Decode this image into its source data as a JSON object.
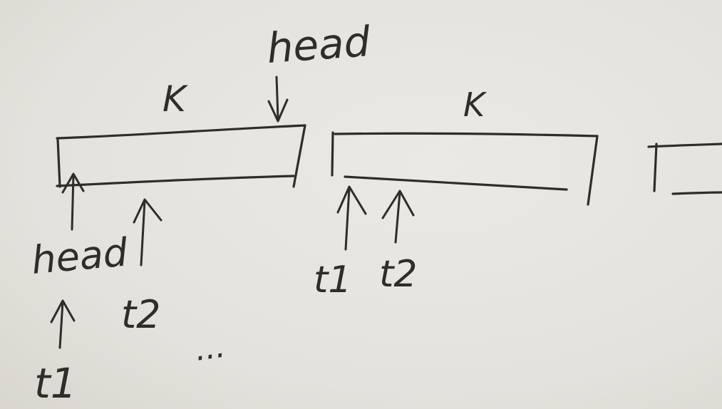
{
  "colors": {
    "paper": "#e7e5e0",
    "ink": "#2f2d2a"
  },
  "labels": {
    "head_top": "head",
    "k_left": "K",
    "k_right": "K",
    "head_left": "head",
    "t2_left": "t2",
    "t1_left": "t1",
    "ellipsis": "...",
    "t1_right": "t1",
    "t2_right": "t2"
  }
}
